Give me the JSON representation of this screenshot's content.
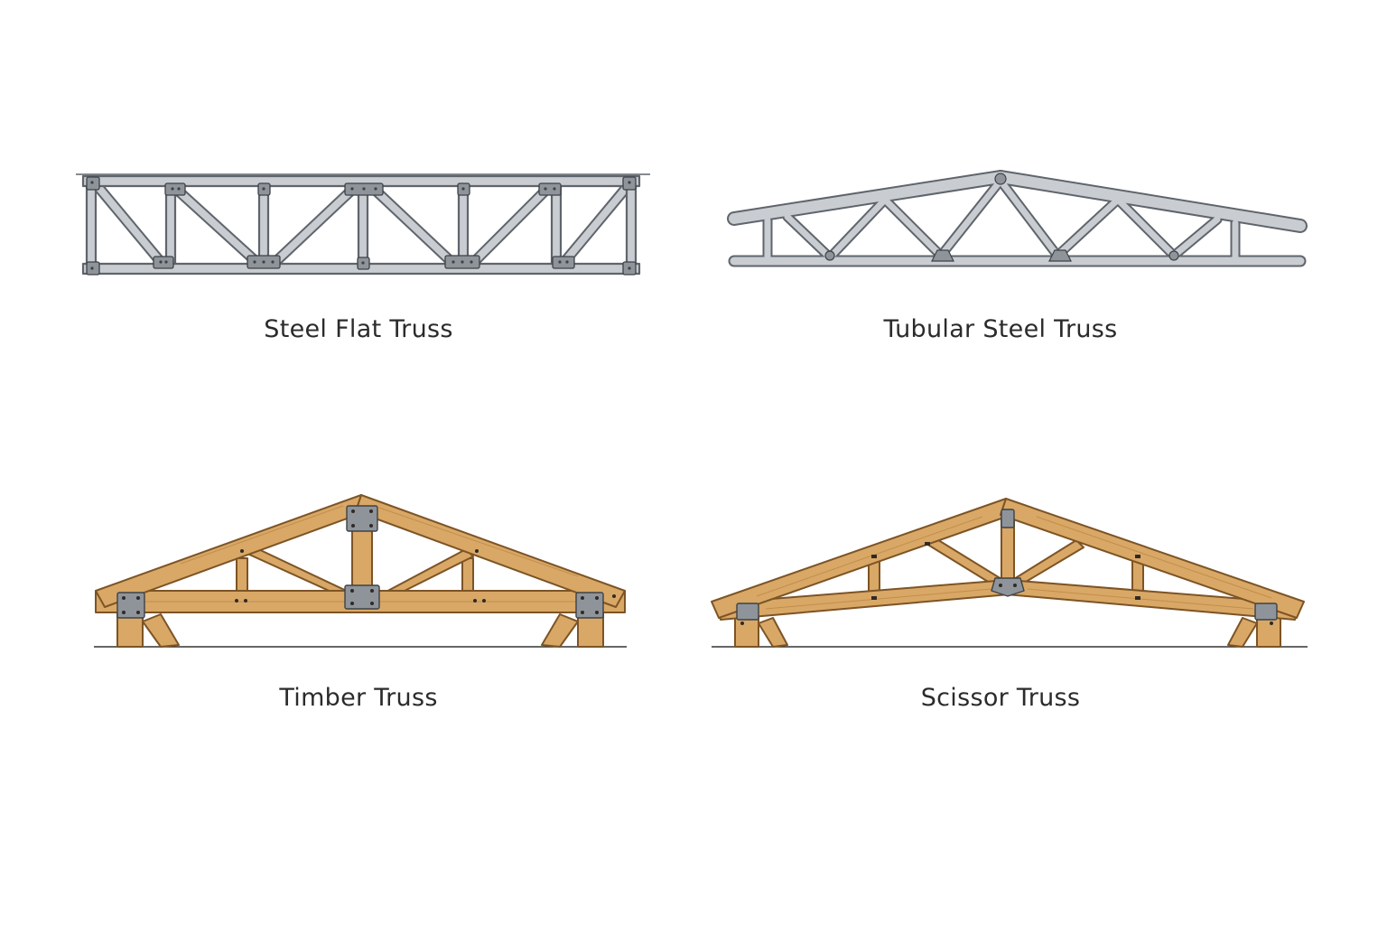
{
  "trusses": [
    {
      "id": "steel-flat",
      "label": "Steel Flat Truss",
      "material": "steel"
    },
    {
      "id": "tubular-steel",
      "label": "Tubular Steel Truss",
      "material": "steel-tube"
    },
    {
      "id": "timber",
      "label": "Timber Truss",
      "material": "timber"
    },
    {
      "id": "scissor",
      "label": "Scissor Truss",
      "material": "timber"
    }
  ],
  "colors": {
    "steel_fill": "#c9cdd2",
    "steel_edge": "#5f656c",
    "plate_fill": "#8e949a",
    "plate_edge": "#3d4247",
    "timber_fill": "#d9a866",
    "timber_edge": "#7d5425",
    "timber_shade": "#c28e4c",
    "caption_text": "#2b2b2b"
  }
}
